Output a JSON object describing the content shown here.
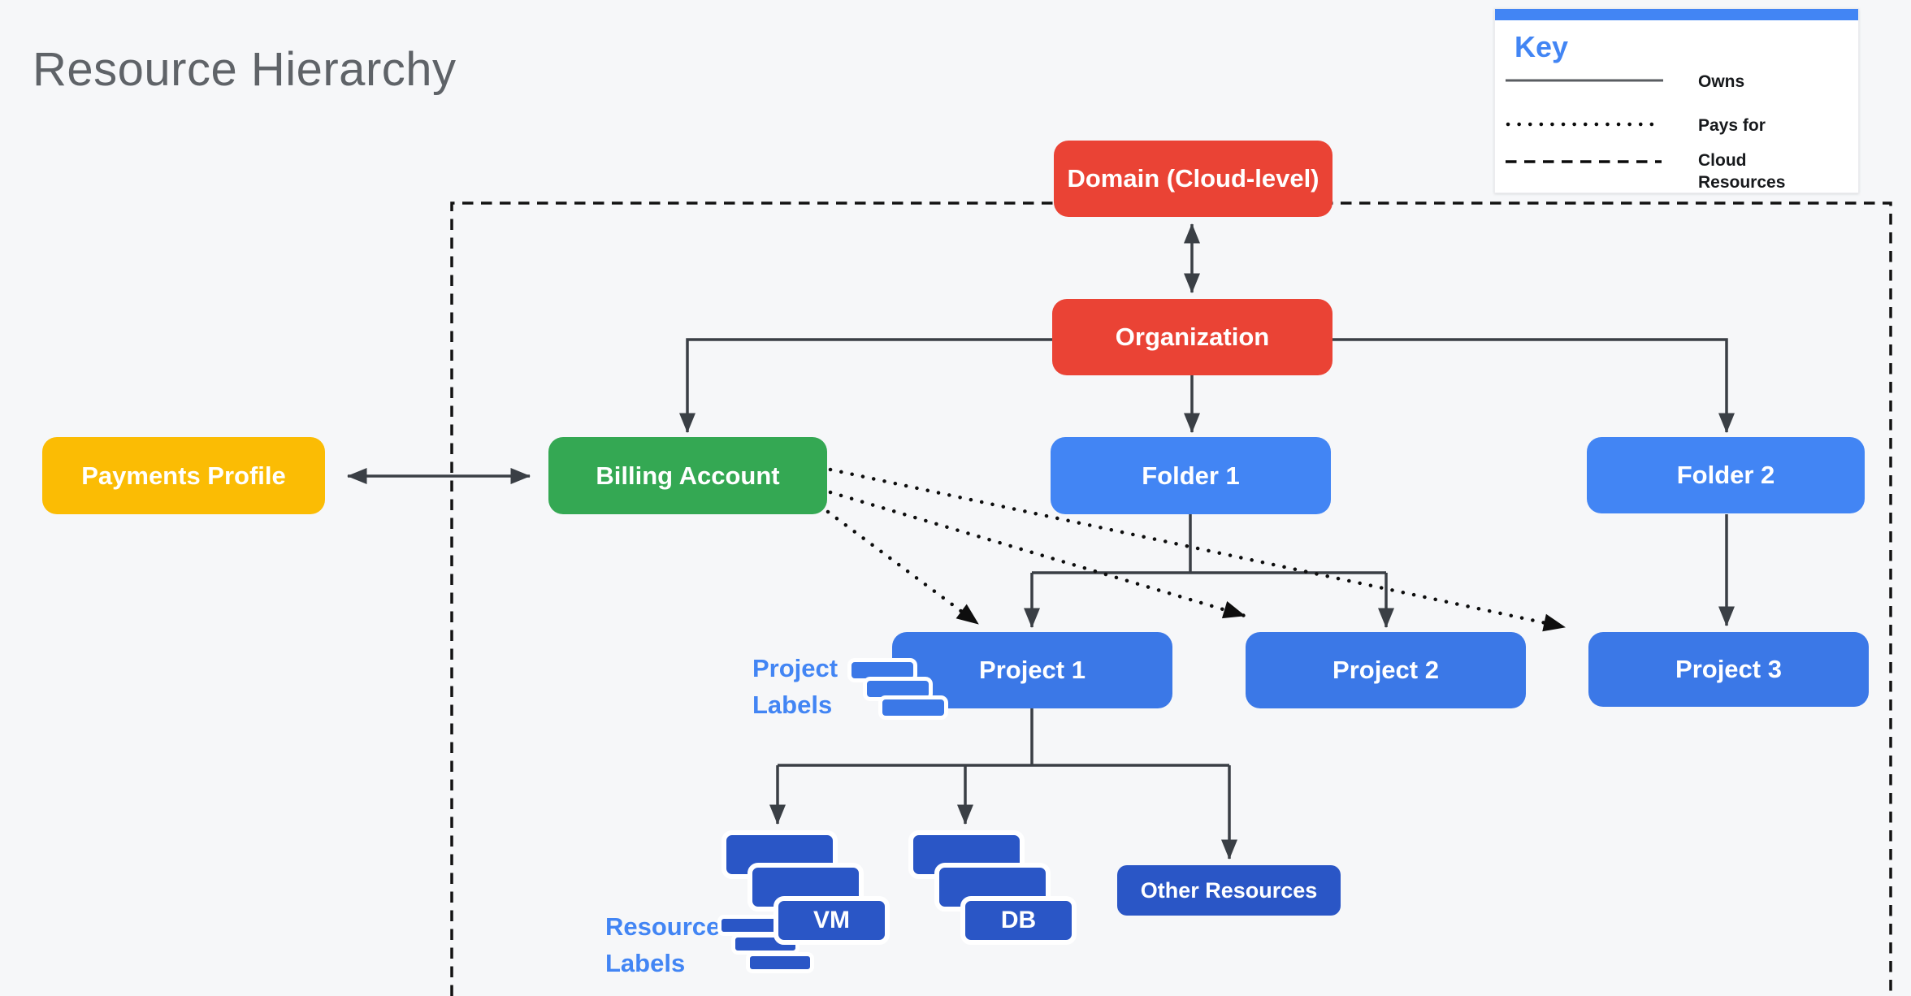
{
  "title": "Resource Hierarchy",
  "key": {
    "title": "Key",
    "items": [
      {
        "style": "solid",
        "label": "Owns"
      },
      {
        "style": "dotted",
        "label": "Pays for"
      },
      {
        "style": "dashed",
        "label": "Cloud Resources"
      }
    ]
  },
  "nodes": {
    "domain": "Domain (Cloud-level)",
    "organization": "Organization",
    "payments_profile": "Payments Profile",
    "billing_account": "Billing Account",
    "folder1": "Folder 1",
    "folder2": "Folder 2",
    "project1": "Project 1",
    "project2": "Project 2",
    "project3": "Project 3",
    "vm": "VM",
    "db": "DB",
    "other_resources": "Other Resources"
  },
  "annotations": {
    "project_labels": {
      "line1": "Project",
      "line2": "Labels"
    },
    "resource_labels": {
      "line1": "Resource",
      "line2": "Labels"
    }
  },
  "palette": {
    "background": "#f6f7f9",
    "red": "#ea4335",
    "green": "#34a853",
    "yellow": "#fbbc04",
    "folder_blue": "#4285f4",
    "project_blue": "#3b78e7",
    "resource_blue": "#2a56c6",
    "accent_blue": "#4285f4",
    "line_gray": "#3a3f45",
    "dash_black": "#121212",
    "title_gray": "#5f6368"
  }
}
